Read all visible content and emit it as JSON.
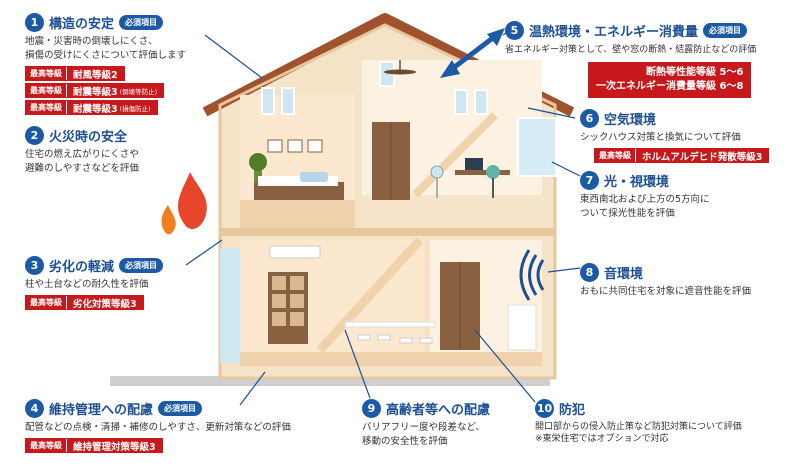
{
  "badge_label": "最高等級",
  "required_label": "必須項目",
  "items": [
    {
      "num": "1",
      "title": "構造の安定",
      "required": true,
      "desc": [
        "地震・災害時の倒壊しにくさ、",
        "損傷の受けにくさについて評価します"
      ],
      "badges": [
        {
          "value": "耐風等級2",
          "note": ""
        },
        {
          "value": "耐震等級3",
          "note": "(倒壊等防止)"
        },
        {
          "value": "耐震等級3",
          "note": "(損傷防止)"
        }
      ]
    },
    {
      "num": "2",
      "title": "火災時の安全",
      "required": false,
      "desc": [
        "住宅の燃え広がりにくさや",
        "避難のしやすさなどを評価"
      ],
      "badges": []
    },
    {
      "num": "3",
      "title": "劣化の軽減",
      "required": true,
      "desc": [
        "柱や土台などの耐久性を評価"
      ],
      "badges": [
        {
          "value": "劣化対策等級3",
          "note": ""
        }
      ]
    },
    {
      "num": "4",
      "title": "維持管理への配慮",
      "required": true,
      "desc": [
        "配管などの点検・清掃・補修のしやすさ、更新対策などの評価"
      ],
      "badges": [
        {
          "value": "維持管理対策等級3",
          "note": ""
        }
      ]
    },
    {
      "num": "5",
      "title": "温熱環境・エネルギー消費量",
      "required": true,
      "desc": [
        "省エネルギー対策として、壁や窓の断熱・結露防止などの評価"
      ],
      "box": [
        "断熱等性能等級 5～6",
        "一次エネルギー消費量等級 6～8"
      ]
    },
    {
      "num": "6",
      "title": "空気環境",
      "required": false,
      "desc": [
        "シックハウス対策と換気について評価"
      ],
      "badges": [
        {
          "value": "ホルムアルデヒド発散等級3",
          "note": ""
        }
      ]
    },
    {
      "num": "7",
      "title": "光・視環境",
      "required": false,
      "desc": [
        "東西南北および上方の5方向に",
        "ついて採光性能を評価"
      ],
      "badges": []
    },
    {
      "num": "8",
      "title": "音環境",
      "required": false,
      "desc": [
        "おもに共同住宅を対象に遮音性能を評価"
      ],
      "badges": []
    },
    {
      "num": "9",
      "title": "高齢者等への配慮",
      "required": false,
      "desc": [
        "バリアフリー度や段差など、",
        "移動の安全性を評価"
      ],
      "badges": []
    },
    {
      "num": "10",
      "title": "防犯",
      "required": false,
      "desc": [
        "開口部からの侵入防止策など防犯対策について評価",
        "※東栄住宅ではオプションで対応"
      ],
      "badges": []
    }
  ],
  "colors": {
    "accent": "#1d5aa6",
    "badge": "#c7191c",
    "roof": "#a0522d",
    "wall": "#f3dfc2"
  }
}
